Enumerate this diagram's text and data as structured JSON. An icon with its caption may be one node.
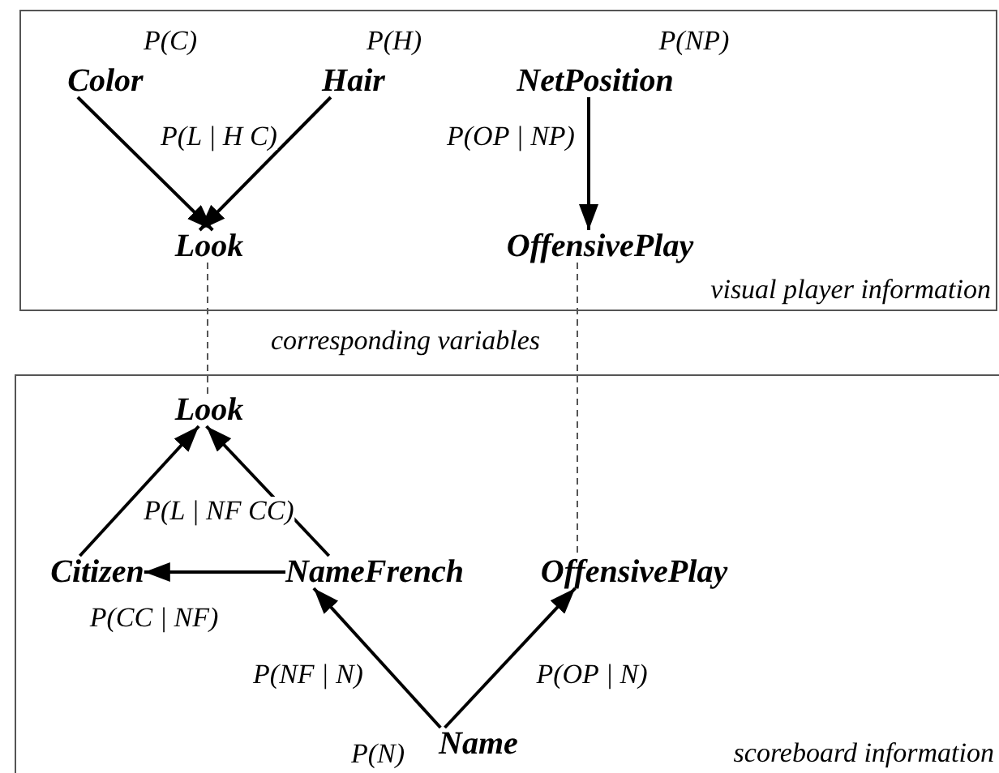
{
  "diagram": {
    "nodes": [
      {
        "text": [
          "visual player information"
        ]
      },
      {
        "text": [
          "Color"
        ],
        "in": 0,
        "beside": [
          "P(C)"
        ]
      },
      {
        "text": [
          "Hair"
        ],
        "in": 0,
        "beside": [
          "P(H)"
        ]
      },
      {
        "text": [
          "NetPosition"
        ],
        "in": 0,
        "beside": [
          "P(NP)"
        ]
      },
      {
        "text": [
          "Look"
        ],
        "in": 0
      },
      {
        "text": [
          "OffensivePlay"
        ],
        "in": 0
      },
      {
        "text": [
          "scoreboard information"
        ]
      },
      {
        "text": [
          "Look"
        ],
        "in": 6
      },
      {
        "text": [
          "Citizen"
        ],
        "in": 6,
        "beside": [
          "P(CC | NF)"
        ]
      },
      {
        "text": [
          "NameFrench"
        ],
        "in": 6
      },
      {
        "text": [
          "OffensivePlay"
        ],
        "in": 6
      },
      {
        "text": [
          "Name"
        ],
        "in": 6,
        "beside": [
          "P(N)"
        ]
      }
    ],
    "edges": [
      {
        "from": 1,
        "to": 4,
        "arrow": "to"
      },
      {
        "from": 2,
        "to": 4,
        "arrow": "to"
      },
      {
        "from": 3,
        "to": 5,
        "arrow": "to",
        "label": "P(OP | NP)"
      },
      {
        "from": 4,
        "to": 7,
        "arrow": "none",
        "style": "dashed",
        "label": "corresponding variables"
      },
      {
        "from": 5,
        "to": 10,
        "arrow": "none",
        "style": "dashed"
      },
      {
        "from": 8,
        "to": 7,
        "arrow": "to"
      },
      {
        "from": 9,
        "to": 7,
        "arrow": "to"
      },
      {
        "from": 9,
        "to": 8,
        "arrow": "to"
      },
      {
        "from": 11,
        "to": 9,
        "arrow": "to",
        "label": "P(NF | N)"
      },
      {
        "from": 11,
        "to": 10,
        "arrow": "to",
        "label": "P(OP | N)"
      }
    ],
    "labels": [
      "P(L | H  C)",
      "P(L | NF  CC)"
    ]
  }
}
